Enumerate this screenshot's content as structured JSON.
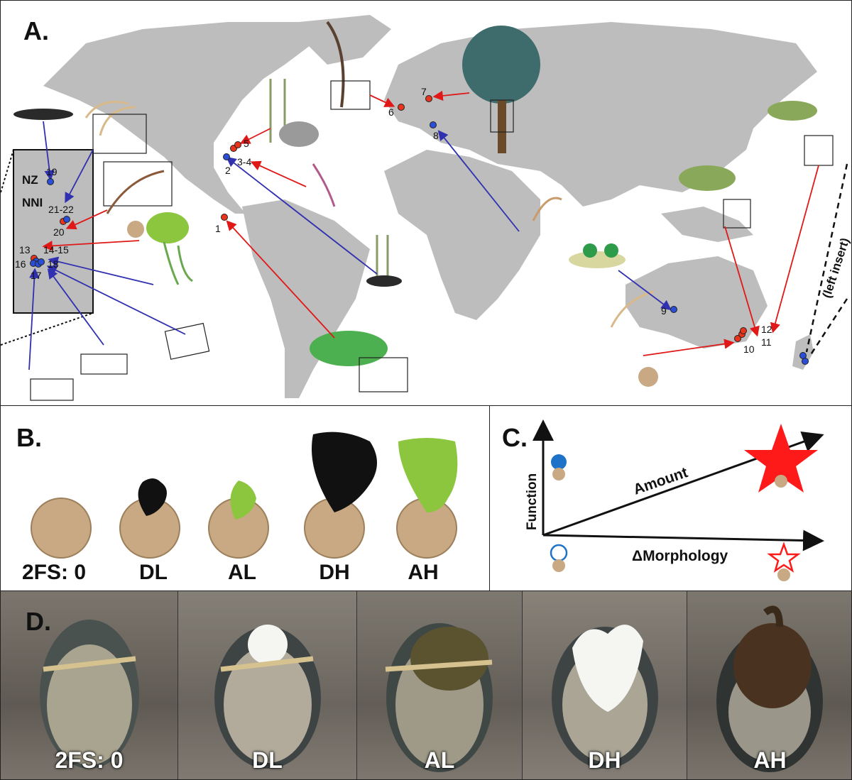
{
  "panelA": {
    "label": "A.",
    "inset_label_line1": "NZ",
    "inset_label_line2": "NNI",
    "insert_note": "(left insert)",
    "sites": [
      {
        "id": "s1",
        "text": "1",
        "color": "red"
      },
      {
        "id": "s2",
        "text": "2",
        "color": "blue"
      },
      {
        "id": "s34",
        "text": "3-4",
        "color": "red"
      },
      {
        "id": "s5",
        "text": "5",
        "color": "red"
      },
      {
        "id": "s6",
        "text": "6",
        "color": "red"
      },
      {
        "id": "s7",
        "text": "7",
        "color": "red"
      },
      {
        "id": "s8",
        "text": "8",
        "color": "blue"
      },
      {
        "id": "s9",
        "text": "9",
        "color": "blue"
      },
      {
        "id": "s10",
        "text": "10",
        "color": "red"
      },
      {
        "id": "s11",
        "text": "11",
        "color": "red"
      },
      {
        "id": "s12",
        "text": "12",
        "color": "red"
      },
      {
        "id": "s13",
        "text": "13",
        "color": "red"
      },
      {
        "id": "s1415",
        "text": "14-15",
        "color": "blue"
      },
      {
        "id": "s16",
        "text": "16",
        "color": "blue"
      },
      {
        "id": "s17",
        "text": "17",
        "color": "blue"
      },
      {
        "id": "s18",
        "text": "18",
        "color": "blue"
      },
      {
        "id": "s19",
        "text": "19",
        "color": "blue"
      },
      {
        "id": "s20",
        "text": "20",
        "color": "red"
      },
      {
        "id": "s2122",
        "text": "21-22",
        "color": "blue"
      }
    ]
  },
  "panelB": {
    "label": "B.",
    "treatments": [
      "2FS: 0",
      "DL",
      "AL",
      "DH",
      "AH"
    ]
  },
  "panelC": {
    "label": "C.",
    "y_axis": "Function",
    "x_axis": "ΔMorphology",
    "diagonal": "Amount"
  },
  "panelD": {
    "label": "D.",
    "treatments": [
      "2FS: 0",
      "DL",
      "AL",
      "DH",
      "AH"
    ]
  },
  "colors": {
    "red_site": "#e8341c",
    "blue_site": "#2a4fd6",
    "land": "#bdbdbd",
    "red_arrow": "#e01818",
    "blue_arrow": "#3030b0",
    "star": "#ff1a1a",
    "shell": "#c8a983",
    "live_seaweed": "#8cc63f"
  }
}
